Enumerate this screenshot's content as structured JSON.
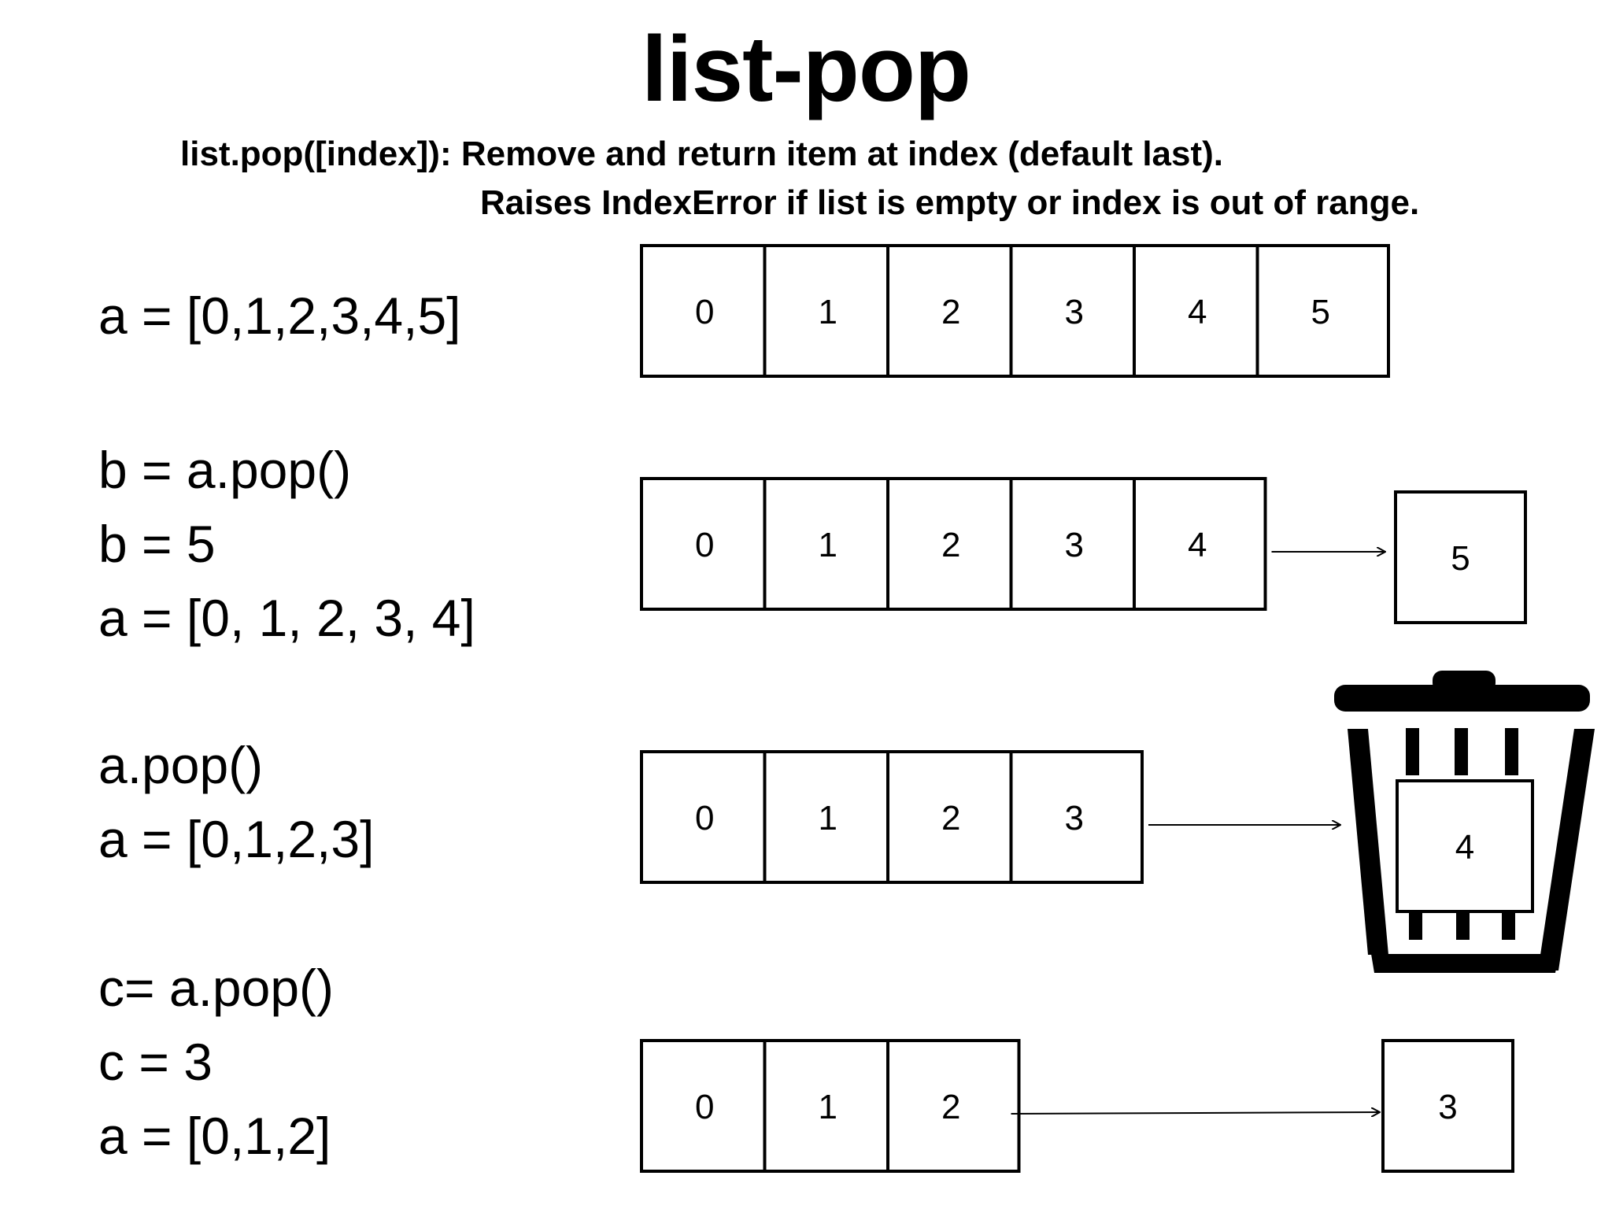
{
  "title": "list-pop",
  "description": {
    "line1": "list.pop([index]): Remove and return item at index (default last).",
    "line2": "Raises IndexError if list is empty or index is out of range."
  },
  "examples": [
    {
      "code": [
        "a = [0,1,2,3,4,5]"
      ],
      "list_values": [
        "0",
        "1",
        "2",
        "3",
        "4",
        "5"
      ],
      "popped_value": null,
      "discarded": false
    },
    {
      "code": [
        "b = a.pop()",
        "b = 5",
        "a = [0, 1, 2, 3, 4]"
      ],
      "list_values": [
        "0",
        "1",
        "2",
        "3",
        "4"
      ],
      "popped_value": "5",
      "discarded": false
    },
    {
      "code": [
        "a.pop()",
        "a = [0,1,2,3]"
      ],
      "list_values": [
        "0",
        "1",
        "2",
        "3"
      ],
      "popped_value": "4",
      "discarded": true
    },
    {
      "code": [
        "c= a.pop()",
        "c = 3",
        "a = [0,1,2]"
      ],
      "list_values": [
        "0",
        "1",
        "2"
      ],
      "popped_value": "3",
      "discarded": false
    }
  ],
  "icons": {
    "discard": "trash-can-icon"
  },
  "colors": {
    "stroke": "#000000",
    "background": "#ffffff"
  }
}
